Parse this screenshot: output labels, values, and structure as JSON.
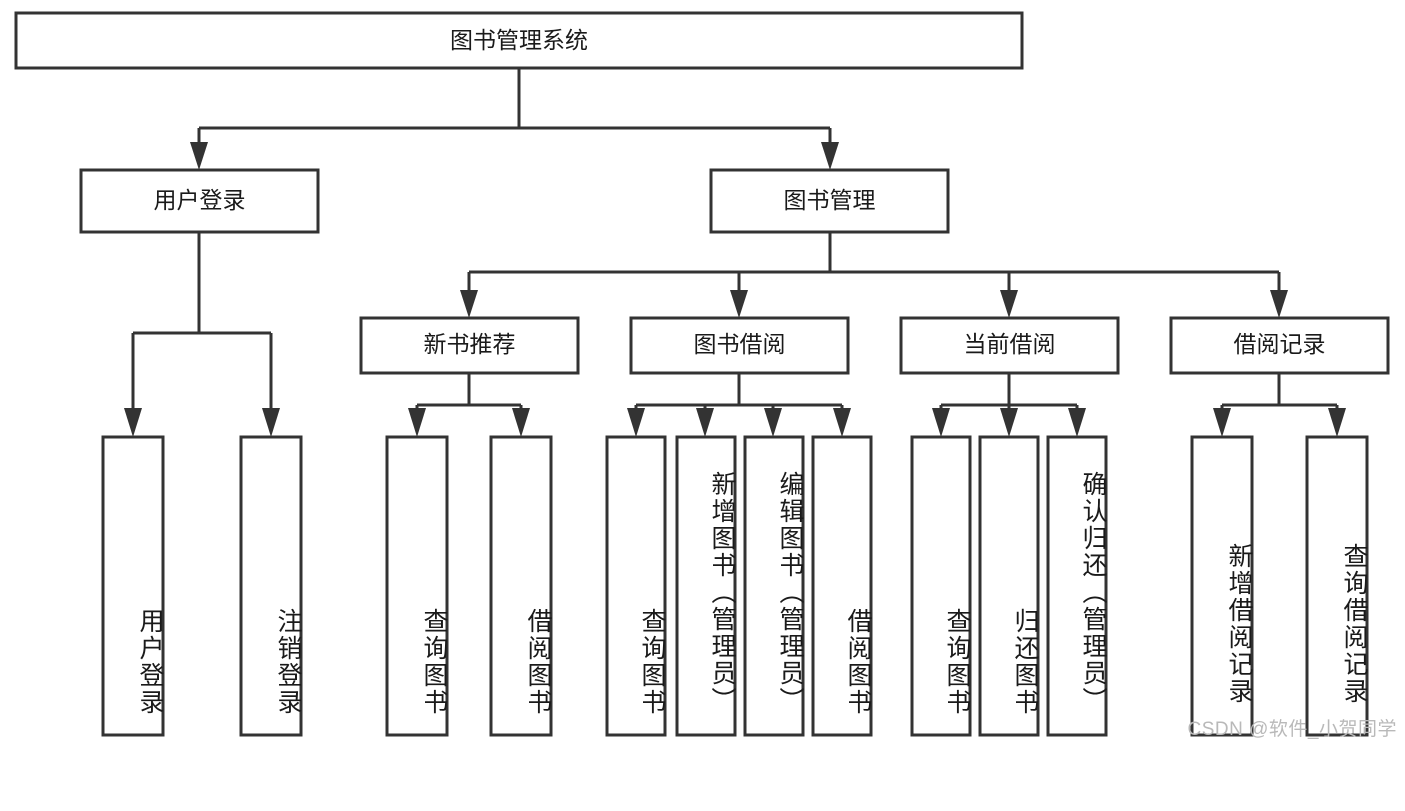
{
  "diagram": {
    "title": "图书管理系统",
    "type": "tree-hierarchy",
    "root": {
      "label": "图书管理系统",
      "level": 1
    },
    "level2": [
      {
        "label": "用户登录"
      },
      {
        "label": "图书管理"
      }
    ],
    "level3": [
      {
        "label": "新书推荐"
      },
      {
        "label": "图书借阅"
      },
      {
        "label": "当前借阅"
      },
      {
        "label": "借阅记录"
      }
    ],
    "leaves": {
      "user_login": [
        {
          "label": "用户登录"
        },
        {
          "label": "注销登录"
        }
      ],
      "new_book_recommend": [
        {
          "label": "查询图书"
        },
        {
          "label": "借阅图书"
        }
      ],
      "book_borrow": [
        {
          "label": "查询图书"
        },
        {
          "label": "新增图书（管理员）"
        },
        {
          "label": "编辑图书（管理员）"
        },
        {
          "label": "借阅图书"
        }
      ],
      "current_borrow": [
        {
          "label": "查询图书"
        },
        {
          "label": "归还图书"
        },
        {
          "label": "确认归还（管理员）"
        }
      ],
      "borrow_record": [
        {
          "label": "新增借阅记录"
        },
        {
          "label": "查询借阅记录"
        }
      ]
    }
  },
  "watermark": {
    "text": "CSDN @软件_小贺同学"
  },
  "colors": {
    "stroke": "#333333",
    "fill": "#ffffff",
    "text": "#1a1a1a",
    "watermark": "#b9b9b9"
  }
}
